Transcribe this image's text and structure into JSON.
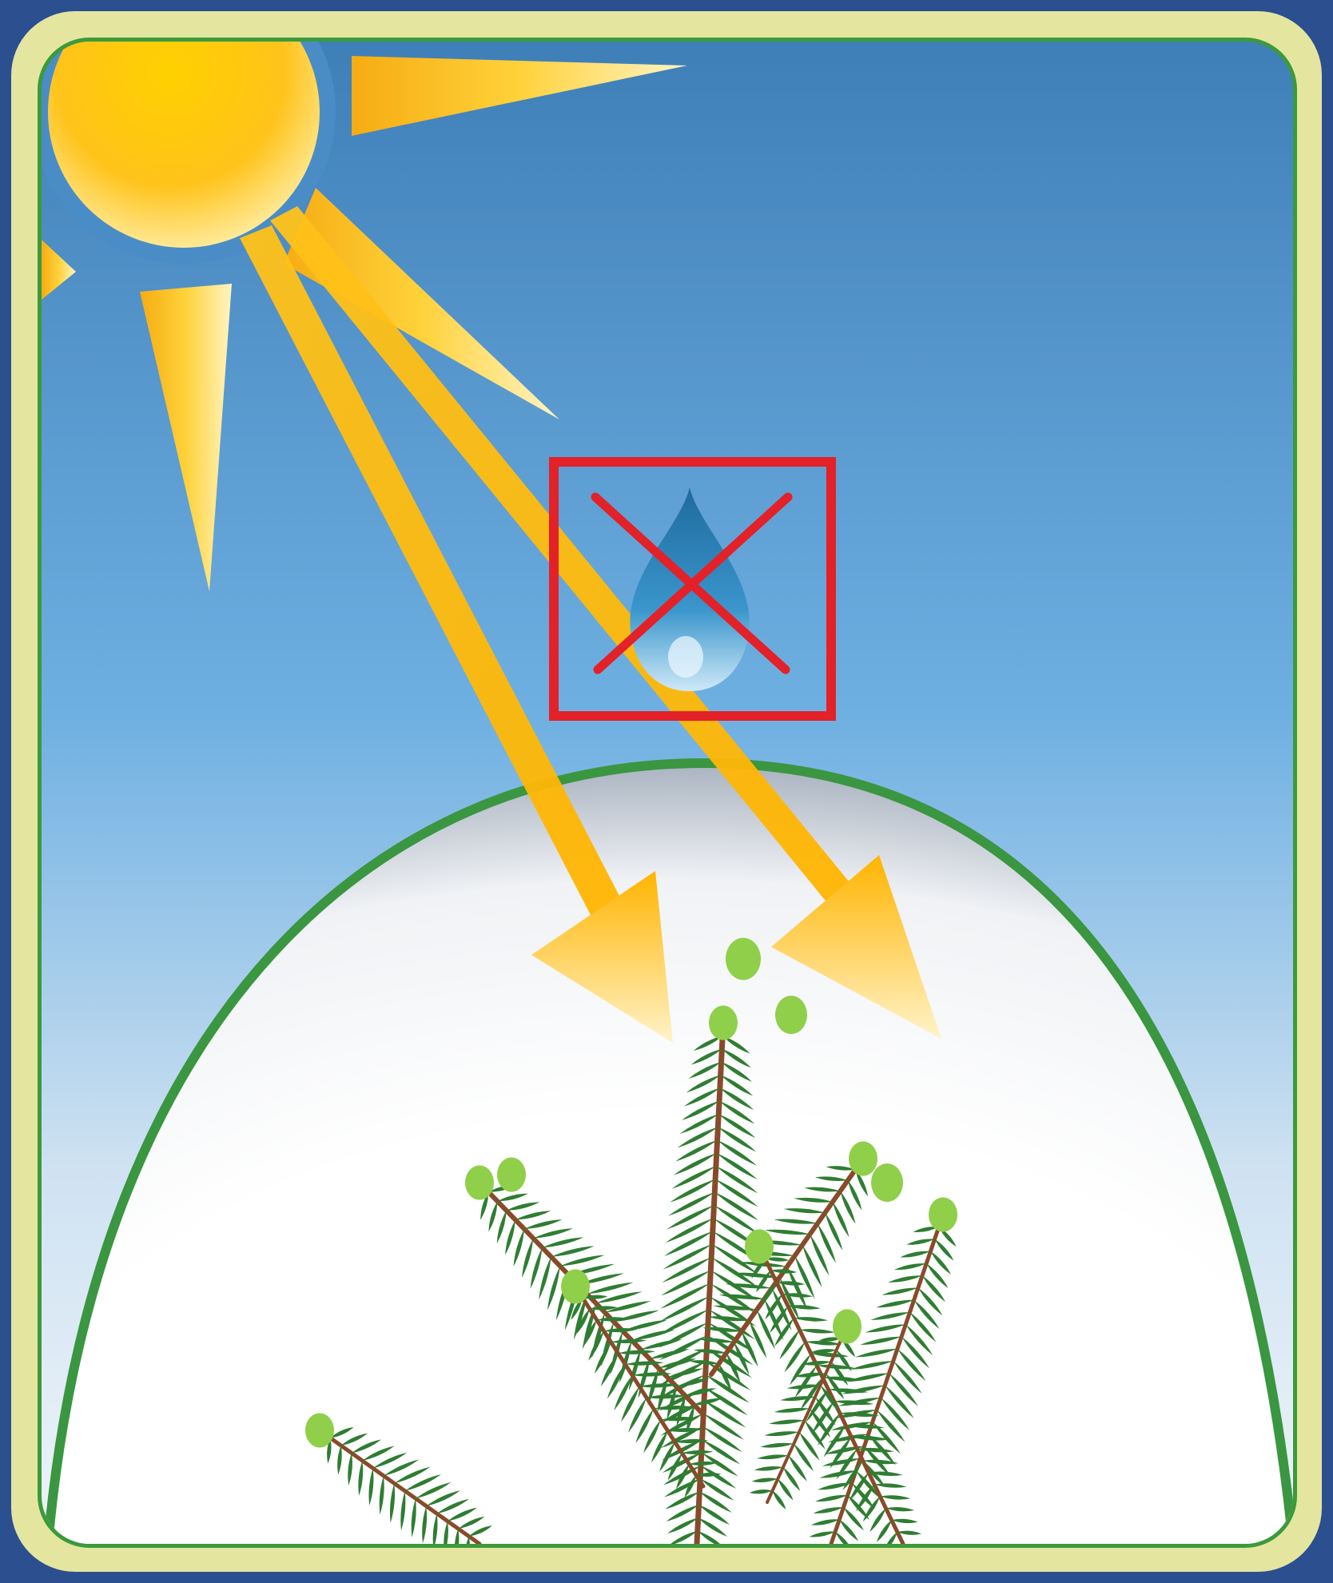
{
  "illustration": {
    "colors": {
      "page_background": "#2b4f8f",
      "frame": "#e4e6a0",
      "frame_inner_line": "#3c9a3c",
      "sky_top": "#3f7fb8",
      "sky_mid": "#6fb0e2",
      "sky_bottom": "#e3eef7",
      "dome_outline": "#3a9640",
      "dome_fill": "#ffffff",
      "sun": "#ffc81e",
      "ray": "#ffc21a",
      "prohibition": "#e32129",
      "water_drop": "#2f7fb3",
      "branch": "#8a4a2a",
      "needles": "#2f7d32",
      "new_growth": "#8fcf4a"
    },
    "elements": [
      "sun",
      "sunlight-ray",
      "sunlight-ray",
      "no-water-symbol",
      "water-drop",
      "dome",
      "fir-branch"
    ]
  }
}
